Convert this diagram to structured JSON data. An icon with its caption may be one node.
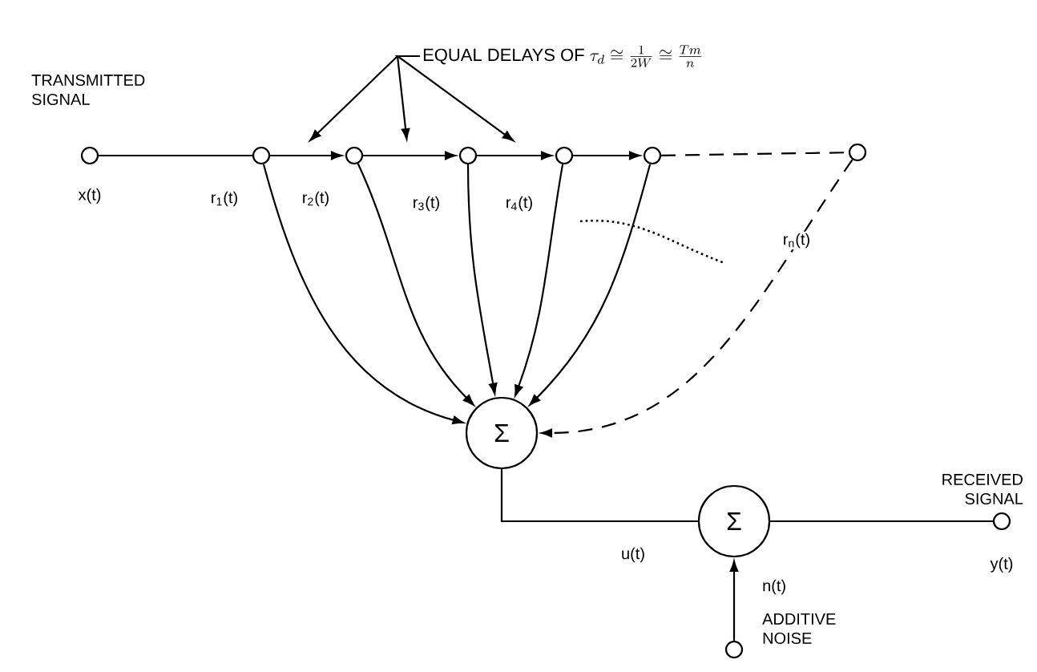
{
  "diagram": {
    "nodes": [
      {
        "text": [],
        "shape": "circle",
        "beside": [
          "TRANSMITTED SIGNAL",
          "x(t)"
        ]
      },
      {
        "text": [],
        "shape": "circle"
      },
      {
        "text": [],
        "shape": "circle"
      },
      {
        "text": [],
        "shape": "circle"
      },
      {
        "text": [],
        "shape": "circle"
      },
      {
        "text": [],
        "shape": "circle"
      },
      {
        "text": [],
        "shape": "circle"
      },
      {
        "text": [
          "Σ"
        ]
      },
      {
        "text": [
          "Σ"
        ]
      },
      {
        "text": [],
        "shape": "circle",
        "beside": [
          "RECEIVED SIGNAL",
          "y(t)"
        ]
      },
      {
        "text": [],
        "shape": "circle",
        "beside": [
          "n(t)",
          "ADDITIVE NOISE"
        ]
      },
      {
        "text": [
          "EQUAL DELAYS OF",
          "\\tau_d \\cong \\frac{1}{2W} \\cong \\frac{Tm}{n}"
        ]
      }
    ],
    "edges": [
      {
        "from": 0,
        "to": 1,
        "arrow": "none"
      },
      {
        "from": 1,
        "to": 2,
        "arrow": "to"
      },
      {
        "from": 2,
        "to": 3,
        "arrow": "to"
      },
      {
        "from": 3,
        "to": 4,
        "arrow": "to"
      },
      {
        "from": 4,
        "to": 5,
        "arrow": "to"
      },
      {
        "from": 5,
        "to": 6,
        "arrow": "none",
        "style": "dashed"
      },
      {
        "from": 1,
        "to": 7,
        "arrow": "to",
        "label": "r$_{1}$(t)"
      },
      {
        "from": 2,
        "to": 7,
        "arrow": "to",
        "label": "r$_{2}$(t)"
      },
      {
        "from": 3,
        "to": 7,
        "arrow": "to",
        "label": "r$_{3}$(t)"
      },
      {
        "from": 4,
        "to": 7,
        "arrow": "to",
        "label": "r$_{4}$(t)"
      },
      {
        "from": 5,
        "to": 7,
        "arrow": "to"
      },
      {
        "from": 6,
        "to": 7,
        "arrow": "to",
        "style": "dashed",
        "label": "r$_{n}$(t)"
      },
      {
        "from": 7,
        "to": 8,
        "arrow": "none",
        "label": "u(t)"
      },
      {
        "from": 8,
        "to": 9,
        "arrow": "none"
      },
      {
        "from": 10,
        "to": 8,
        "arrow": "to"
      },
      {
        "from": 11,
        "to": null,
        "arrow": "to"
      },
      {
        "from": 11,
        "to": null,
        "arrow": "to"
      },
      {
        "from": 11,
        "to": null,
        "arrow": "to"
      }
    ]
  }
}
